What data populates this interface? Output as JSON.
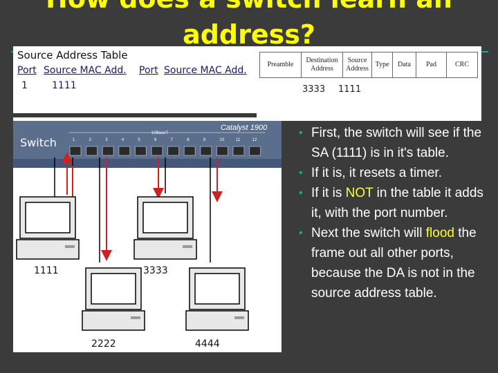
{
  "slide": {
    "title_line1": "How does a switch learn an",
    "title_line2": "address?"
  },
  "source_address_table": {
    "title": "Source Address Table",
    "headers": [
      "Port",
      "Source MAC Add.",
      "Port",
      "Source MAC Add."
    ],
    "rows": [
      {
        "port": "1",
        "mac": "1111"
      }
    ]
  },
  "frame": {
    "fields": [
      "Preamble",
      "Destination Address",
      "Source Address",
      "Type",
      "Data",
      "Pad",
      "CRC"
    ],
    "destination_value": "3333",
    "source_value": "1111"
  },
  "diagram": {
    "switch_label": "Switch",
    "brand_label": "Catalyst 1900",
    "port_group_label": "10BaseT",
    "port_numbers": [
      "1",
      "2",
      "3",
      "4",
      "5",
      "6",
      "7",
      "8",
      "9",
      "10",
      "11",
      "12"
    ],
    "hosts": [
      {
        "label": "1111"
      },
      {
        "label": "3333"
      },
      {
        "label": "2222"
      },
      {
        "label": "4444"
      }
    ]
  },
  "bullets": [
    {
      "parts": [
        "First, the switch will see if the SA (1111) is in it's table."
      ]
    },
    {
      "parts": [
        "If it is, it resets a timer."
      ]
    },
    {
      "pre": "If it is ",
      "hl": "NOT",
      "post": " in the table it adds it, with the port number."
    },
    {
      "pre": "Next the switch will ",
      "hl": "flood",
      "post": " the frame out all other ports, because the DA is not in the source address table."
    }
  ],
  "colors": {
    "background": "#3b3b3b",
    "title": "#ffff00",
    "highlight": "#ffff33",
    "accent": "#1aa89a",
    "arrow": "#cc2222",
    "switch_body": "#5b6f8c"
  }
}
